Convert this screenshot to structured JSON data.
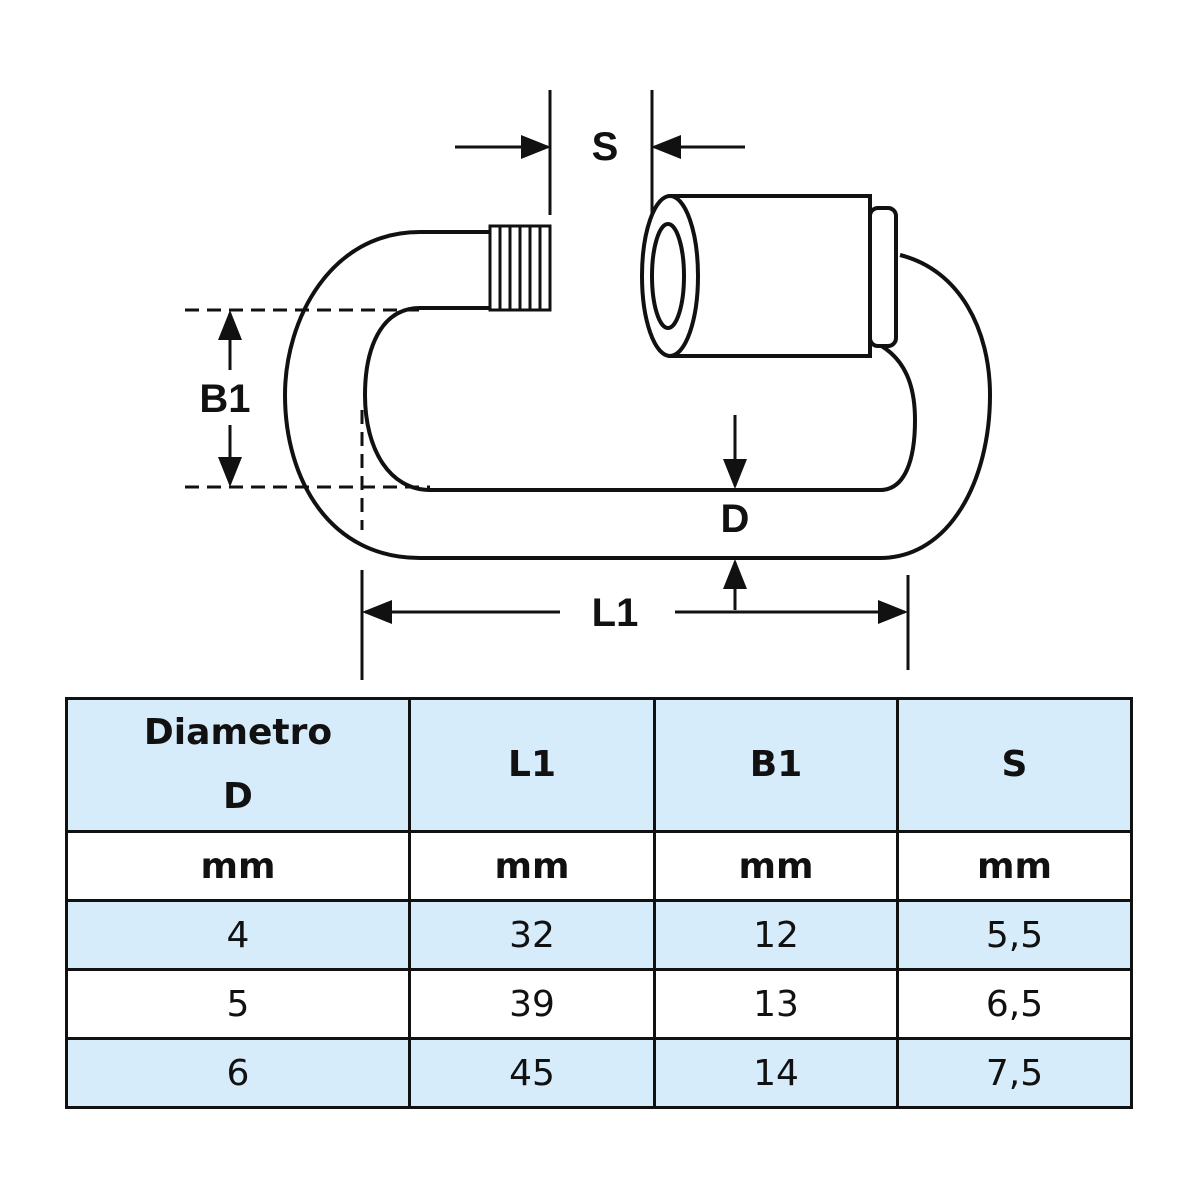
{
  "diagram": {
    "labels": {
      "s": "S",
      "b1": "B1",
      "d": "D",
      "l1": "L1"
    }
  },
  "table": {
    "headers": [
      {
        "line1": "Diametro",
        "line2": "D"
      },
      {
        "line1": "L1"
      },
      {
        "line1": "B1"
      },
      {
        "line1": "S"
      }
    ],
    "units": [
      "mm",
      "mm",
      "mm",
      "mm"
    ],
    "rows": [
      [
        "4",
        "32",
        "12",
        "5,5"
      ],
      [
        "5",
        "39",
        "13",
        "6,5"
      ],
      [
        "6",
        "45",
        "14",
        "7,5"
      ]
    ]
  },
  "colors": {
    "header_bg": "#d6ecfb",
    "line": "#111111"
  }
}
